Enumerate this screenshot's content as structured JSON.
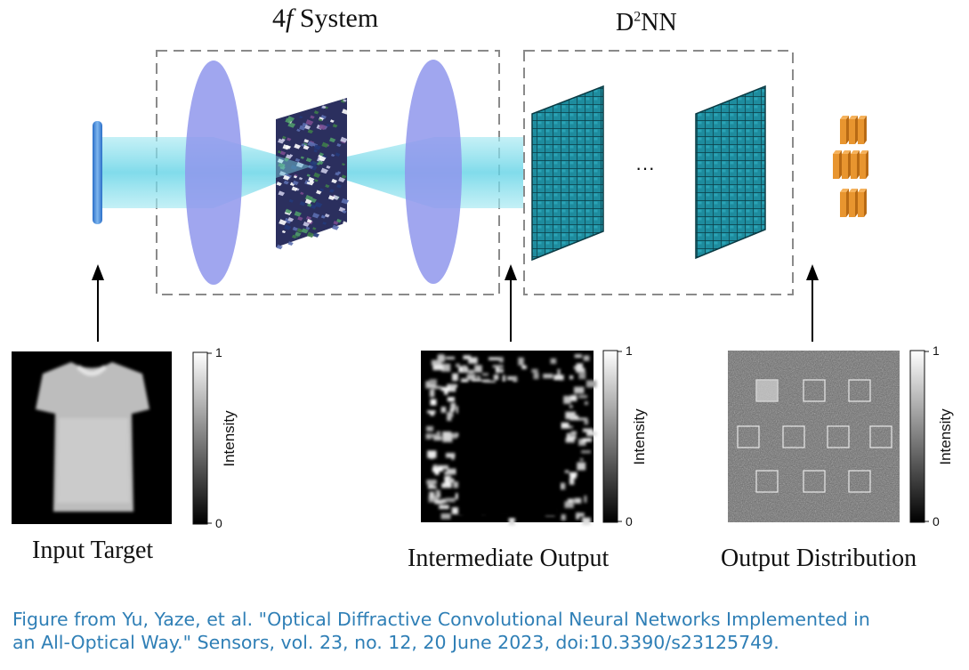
{
  "labels": {
    "system_4f_prefix": "4",
    "system_4f_italic": "f",
    "system_4f_suffix": " System",
    "d2nn_prefix": "D",
    "d2nn_sup": "2",
    "d2nn_suffix": "NN",
    "ellipsis": "···",
    "input_target": "Input Target",
    "intermediate_output": "Intermediate Output",
    "output_distribution": "Output Distribution"
  },
  "colorbars": [
    {
      "max": "1",
      "min": "0",
      "title": "Intensity"
    },
    {
      "max": "1",
      "min": "0",
      "title": "Intensity"
    },
    {
      "max": "1",
      "min": "0",
      "title": "Intensity"
    }
  ],
  "caption": {
    "line1": "Figure from Yu, Yaze, et al. \"Optical Diffractive Convolutional Neural Networks Implemented in",
    "line2": "an All-Optical Way.\" Sensors, vol. 23, no. 12, 20 June 2023, doi:10.3390/s23125749."
  },
  "colors": {
    "lens": "#8f97ec",
    "beam": "#7fdbe8",
    "mask_dark": "#2b2f5e",
    "layer": "#1e8c9e",
    "detector": "#e8952f",
    "dashed": "#8a8a8a",
    "caption": "#2f7fb6"
  }
}
